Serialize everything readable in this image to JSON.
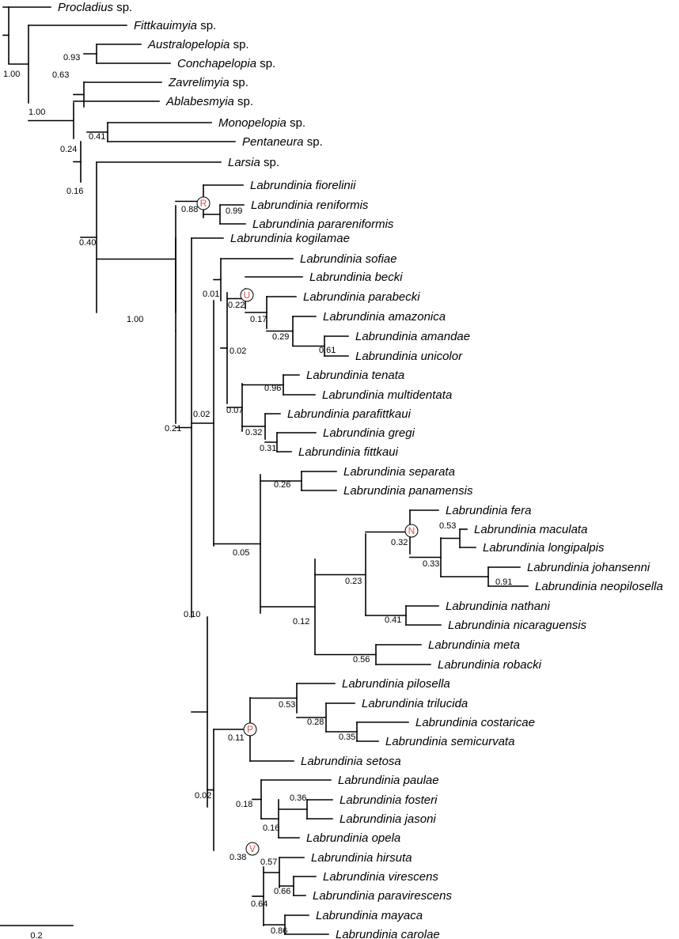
{
  "tips": [
    {
      "genus": "Procladius",
      "species": "sp."
    },
    {
      "genus": "Fittkauimyia",
      "species": "sp."
    },
    {
      "genus": "Australopelopia",
      "species": "sp."
    },
    {
      "genus": "Conchapelopia",
      "species": "sp."
    },
    {
      "genus": "Zavrelimyia",
      "species": "sp."
    },
    {
      "genus": "Ablabesmyia",
      "species": "sp."
    },
    {
      "genus": "Monopelopia",
      "species": "sp."
    },
    {
      "genus": "Pentaneura",
      "species": "sp."
    },
    {
      "genus": "Larsia",
      "species": "sp."
    },
    {
      "genus": "Labrundinia fiorelinii",
      "species": ""
    },
    {
      "genus": "Labrundinia reniformis",
      "species": ""
    },
    {
      "genus": "Labrundinia parareniformis",
      "species": ""
    },
    {
      "genus": "Labrundinia kogilamae",
      "species": ""
    },
    {
      "genus": "Labrundinia sofiae",
      "species": ""
    },
    {
      "genus": "Labrundinia becki",
      "species": ""
    },
    {
      "genus": "Labrundinia parabecki",
      "species": ""
    },
    {
      "genus": "Labrundinia amazonica",
      "species": ""
    },
    {
      "genus": "Labrundinia amandae",
      "species": ""
    },
    {
      "genus": "Labrundinia unicolor",
      "species": ""
    },
    {
      "genus": "Labrundinia tenata",
      "species": ""
    },
    {
      "genus": "Labrundinia multidentata",
      "species": ""
    },
    {
      "genus": "Labrundinia parafittkaui",
      "species": ""
    },
    {
      "genus": "Labrundinia gregi",
      "species": ""
    },
    {
      "genus": "Labrundinia fittkaui",
      "species": ""
    },
    {
      "genus": "Labrundinia separata",
      "species": ""
    },
    {
      "genus": "Labrundinia panamensis",
      "species": ""
    },
    {
      "genus": "Labrundinia fera",
      "species": ""
    },
    {
      "genus": "Labrundinia maculata",
      "species": ""
    },
    {
      "genus": "Labrundinia longipalpis",
      "species": ""
    },
    {
      "genus": "Labrundinia johansenni",
      "species": ""
    },
    {
      "genus": "Labrundinia neopilosella",
      "species": ""
    },
    {
      "genus": "Labrundinia nathani",
      "species": ""
    },
    {
      "genus": "Labrundinia nicaraguensis",
      "species": ""
    },
    {
      "genus": "Labrundinia meta",
      "species": ""
    },
    {
      "genus": "Labrundinia robacki",
      "species": ""
    },
    {
      "genus": "Labrundinia pilosella",
      "species": ""
    },
    {
      "genus": "Labrundinia trilucida",
      "species": ""
    },
    {
      "genus": "Labrundinia costaricae",
      "species": ""
    },
    {
      "genus": "Labrundinia semicurvata",
      "species": ""
    },
    {
      "genus": "Labrundinia setosa",
      "species": ""
    },
    {
      "genus": "Labrundinia paulae",
      "species": ""
    },
    {
      "genus": "Labrundinia fosteri",
      "species": ""
    },
    {
      "genus": "Labrundinia jasoni",
      "species": ""
    },
    {
      "genus": "Labrundinia opela",
      "species": ""
    },
    {
      "genus": "Labrundinia hirsuta",
      "species": ""
    },
    {
      "genus": "Labrundinia virescens",
      "species": ""
    },
    {
      "genus": "Labrundinia paravirescens",
      "species": ""
    },
    {
      "genus": "Labrundinia mayaca",
      "species": ""
    },
    {
      "genus": "Labrundinia carolae",
      "species": ""
    }
  ],
  "support_values": [
    "1.00",
    "0.93",
    "0.63",
    "1.00",
    "0.41",
    "0.24",
    "0.16",
    "0.40",
    "1.00",
    "0.88",
    "0.99",
    "0.21",
    "0.01",
    "0.22",
    "0.17",
    "0.29",
    "0.61",
    "0.02",
    "0.96",
    "0.07",
    "0.32",
    "0.31",
    "0.02",
    "0.26",
    "0.53",
    "0.32",
    "0.33",
    "0.91",
    "0.23",
    "0.41",
    "0.12",
    "0.56",
    "0.05",
    "0.10",
    "0.53",
    "0.28",
    "0.35",
    "0.11",
    "0.36",
    "0.16",
    "0.18",
    "0.57",
    "0.66",
    "0.86",
    "0.64",
    "0.38",
    "0.02"
  ],
  "clade_labels": [
    {
      "letter": "R",
      "color": "#d9534f"
    },
    {
      "letter": "U",
      "color": "#d9534f"
    },
    {
      "letter": "N",
      "color": "#d9534f"
    },
    {
      "letter": "P",
      "color": "#d9534f"
    },
    {
      "letter": "V",
      "color": "#d9534f"
    }
  ],
  "scale_bar": {
    "label": "0.2"
  },
  "colors": {
    "branch": "#000000",
    "clade_letter": "#d9534f"
  }
}
